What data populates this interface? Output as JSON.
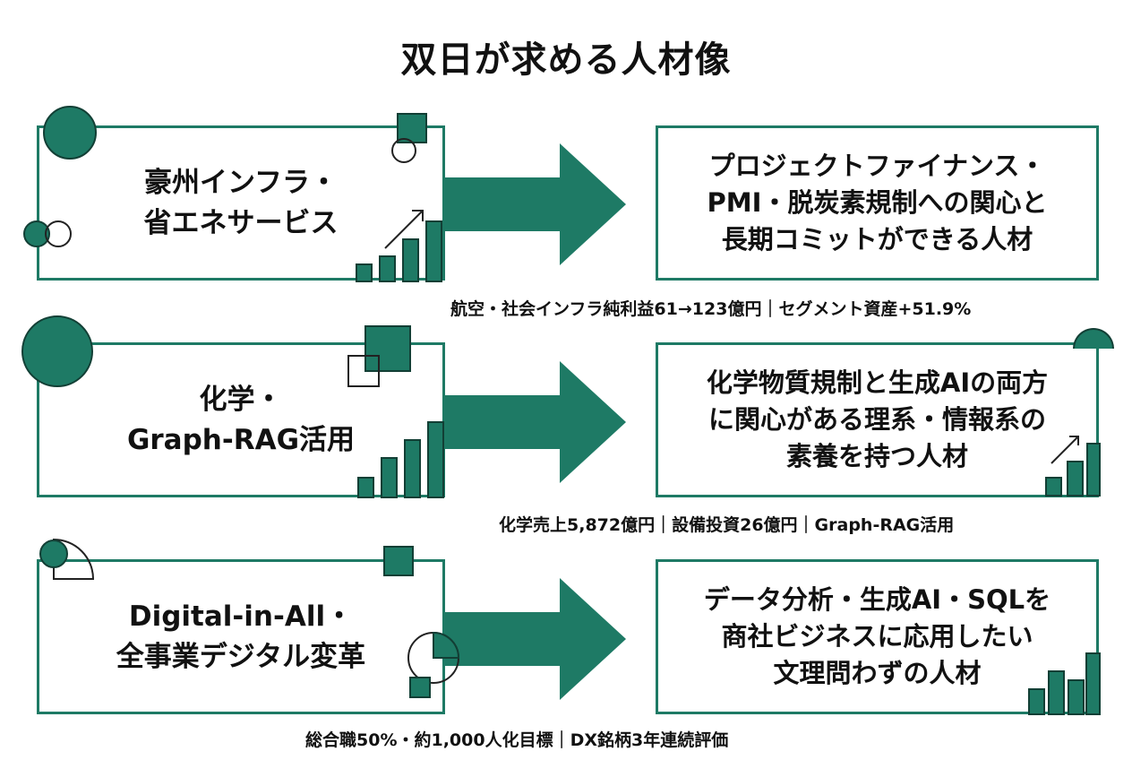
{
  "title": "双日が求める人材像",
  "colors": {
    "accent": "#1e7a65",
    "accent_dark": "#123f35",
    "text": "#111111"
  },
  "rows": [
    {
      "left": "豪州インフラ・\n省エネサービス",
      "right": "プロジェクトファイナンス・\nPMI・脱炭素規制への関心と\n長期コミットができる人材",
      "caption": "航空・社会インフラ純利益61→123億円｜セグメント資産+51.9%",
      "icon_left": "growth-bar-chart-icon"
    },
    {
      "left": "化学・\nGraph-RAG活用",
      "right": "化学物質規制と生成AIの両方\nに関心がある理系・情報系の\n素養を持つ人材",
      "caption": "化学売上5,872億円｜設備投資26億円｜Graph-RAG活用",
      "icon_right": "growth-bar-chart-icon"
    },
    {
      "left": "Digital-in-All・\n全事業デジタル変革",
      "right": "データ分析・生成AI・SQLを\n商社ビジネスに応用したい\n文理問わずの人材",
      "caption": "総合職50%・約1,000人化目標｜DX銘柄3年連続評価",
      "icon_right": "bar-chart-icon"
    }
  ]
}
